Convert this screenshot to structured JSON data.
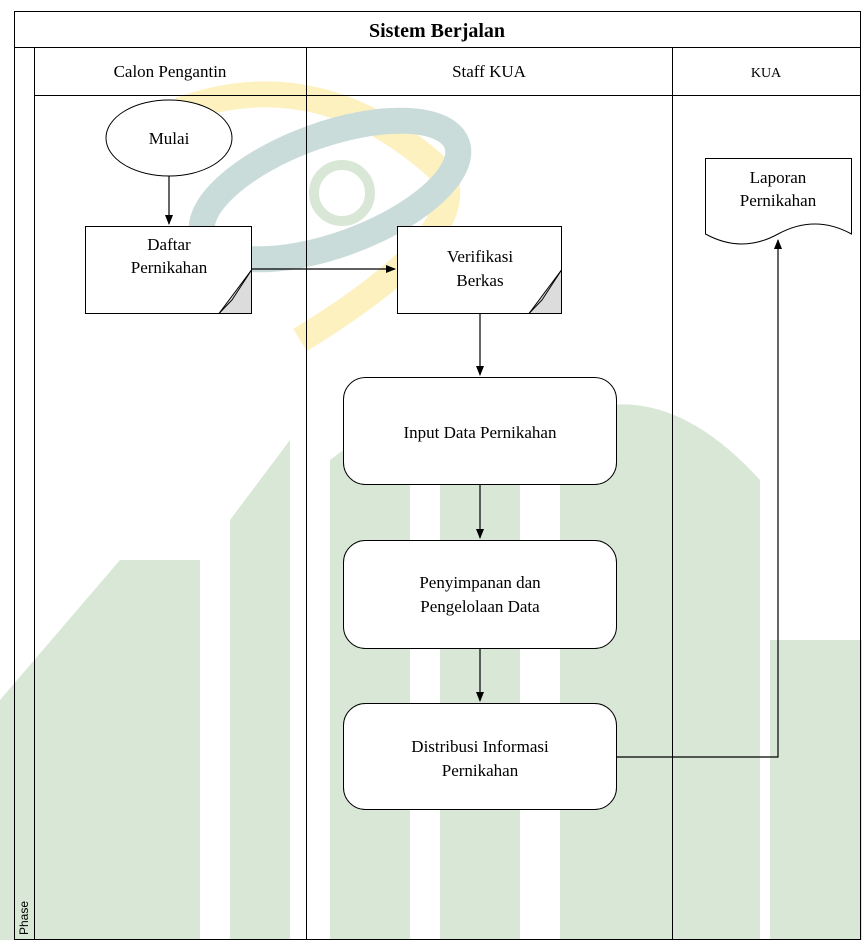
{
  "diagram": {
    "title": "Sistem Berjalan",
    "phase_label": "Phase",
    "lanes": [
      {
        "label": "Calon Pengantin"
      },
      {
        "label": "Staff KUA"
      },
      {
        "label": "KUA"
      }
    ],
    "nodes": {
      "mulai": "Mulai",
      "daftar_line1": "Daftar",
      "daftar_line2": "Pernikahan",
      "verifikasi_line1": "Verifikasi",
      "verifikasi_line2": "Berkas",
      "input_data": "Input Data Pernikahan",
      "penyimpanan_line1": "Penyimpanan dan",
      "penyimpanan_line2": "Pengelolaan Data",
      "distribusi_line1": "Distribusi Informasi",
      "distribusi_line2": "Pernikahan",
      "laporan_line1": "Laporan",
      "laporan_line2": "Pernikahan"
    },
    "watermark_colors": {
      "green": "#d9e8d6",
      "blue": "#c9dcd9",
      "yellow": "#fdf1bf"
    }
  }
}
